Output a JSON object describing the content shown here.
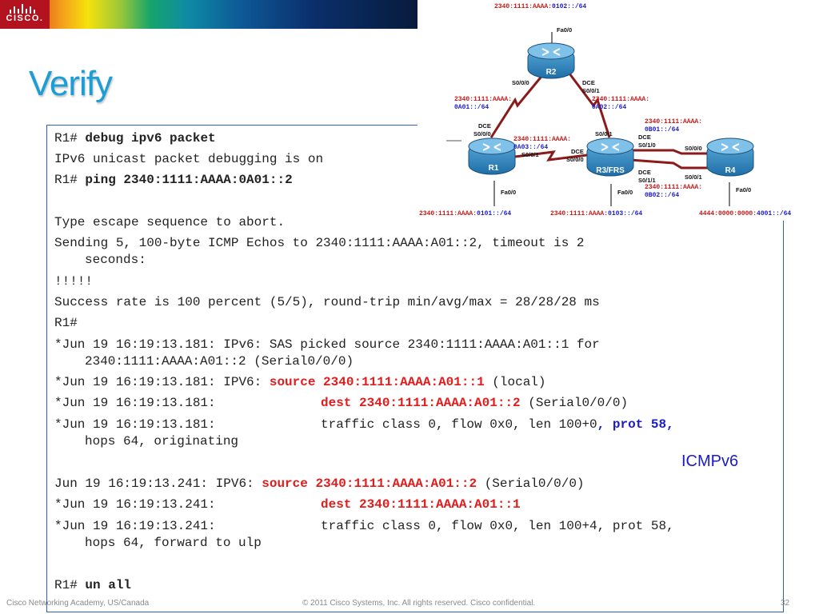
{
  "header": {
    "logo_text": "CISCO."
  },
  "title": "Verify",
  "console": {
    "line1_prompt": "R1#",
    "line1_cmd": "debug ipv6 packet",
    "line2": "IPv6 unicast packet debugging is on",
    "line3_prompt": "R1#",
    "line3_cmd": "ping 2340:1111:AAAA:0A01::2",
    "line4": "Type escape sequence to abort.",
    "line5a": "Sending 5, 100-byte ICMP Echos to 2340:1111:AAAA:A01::2, timeout is 2",
    "line5b": "seconds:",
    "line6": "!!!!!",
    "line7": "Success rate is 100 percent (5/5), round-trip min/avg/max = 28/28/28 ms",
    "line8": "R1#",
    "line9a": "*Jun 19 16:19:13.181: IPv6: SAS picked source 2340:1111:AAAA:A01::1 for",
    "line9b": "2340:1111:AAAA:A01::2 (Serial0/0/0)",
    "line10_pre": "*Jun 19 16:19:13.181: IPV6: ",
    "line10_hl": "source 2340:1111:AAAA:A01::1",
    "line10_post": " (local)",
    "line11_pre": "*Jun 19 16:19:13.181:",
    "line11_hl": "dest 2340:1111:AAAA:A01::2",
    "line11_post": " (Serial0/0/0)",
    "line12_pre": "*Jun 19 16:19:13.181:",
    "line12_mid": "traffic class 0, flow 0x0, len 100+0",
    "line12_hl": ", prot 58,",
    "line12b": "hops 64, originating",
    "icmp_note": "ICMPv6",
    "line13_pre": "Jun 19 16:19:13.241: IPV6: ",
    "line13_hl": "source 2340:1111:AAAA:A01::2",
    "line13_post": " (Serial0/0/0)",
    "line14_pre": "*Jun 19 16:19:13.241:",
    "line14_hl": "dest 2340:1111:AAAA:A01::1",
    "line15_pre": "*Jun 19 16:19:13.241:",
    "line15_mid": "traffic class 0, flow 0x0, len 100+4, prot 58,",
    "line15b": "hops 64, forward to ulp",
    "line16_prompt": "R1#",
    "line16_cmd": "un all"
  },
  "topology": {
    "routers": {
      "r1": "R1",
      "r2": "R2",
      "r3": "R3/FRS",
      "r4": "R4"
    },
    "addr_top_prefix": "2340:1111:AAAA:",
    "addr_top_suffix": "0102::/64",
    "r2_fa": "Fa0/0",
    "r2_left_ifc": "S0/0/0",
    "r2_right_dce": "DCE",
    "r2_right_ifc": "S0/0/1",
    "addr_left_1": "2340:1111:AAAA:",
    "addr_left_2": "0A01::/64",
    "addr_right_1": "2340:1111:AAAA:",
    "addr_right_2": "0A02::/64",
    "r1_dce": "DCE",
    "r1_top_ifc": "S0/0/0",
    "r1_fa": "Fa0/0",
    "r1_right_ifc": "S0/0/1",
    "addr_mid_1": "2340:1111:AAAA:",
    "addr_mid_2": "0A03::/64",
    "r3_top_ifc": "S0/0/1",
    "r3_left_dce": "DCE",
    "r3_left_ifc": "S0/0/0",
    "r3_fa": "Fa0/0",
    "r3_s010_dce": "DCE",
    "r3_s010_ifc": "S0/1/0",
    "r3_s011_dce": "DCE",
    "r3_s011_ifc": "S0/1/1",
    "addr_b01_1": "2340:1111:AAAA:",
    "addr_b01_2": "0B01::/64",
    "addr_b02_1": "2340:1111:AAAA:",
    "addr_b02_2": "0B02::/64",
    "r4_top_ifc": "S0/0/0",
    "r4_bot_ifc": "S0/0/1",
    "r4_fa": "Fa0/0",
    "lan1_prefix": "2340:1111:AAAA:",
    "lan1_suffix": "0101::/64",
    "lan3_prefix": "2340:1111:AAAA:",
    "lan3_suffix": "0103::/64",
    "lan4_prefix": "4444:0000:0000:",
    "lan4_suffix": "4001::/64"
  },
  "footer": {
    "left": "Cisco Networking Academy, US/Canada",
    "center": "© 2011 Cisco Systems, Inc. All rights reserved. Cisco confidential.",
    "page": "32"
  },
  "colors": {
    "title": "#1b9dd6",
    "highlight_red": "#e11c1c",
    "highlight_blue": "#1b1bc7",
    "border": "#2a63b6",
    "link_red": "#9b1b1b"
  }
}
